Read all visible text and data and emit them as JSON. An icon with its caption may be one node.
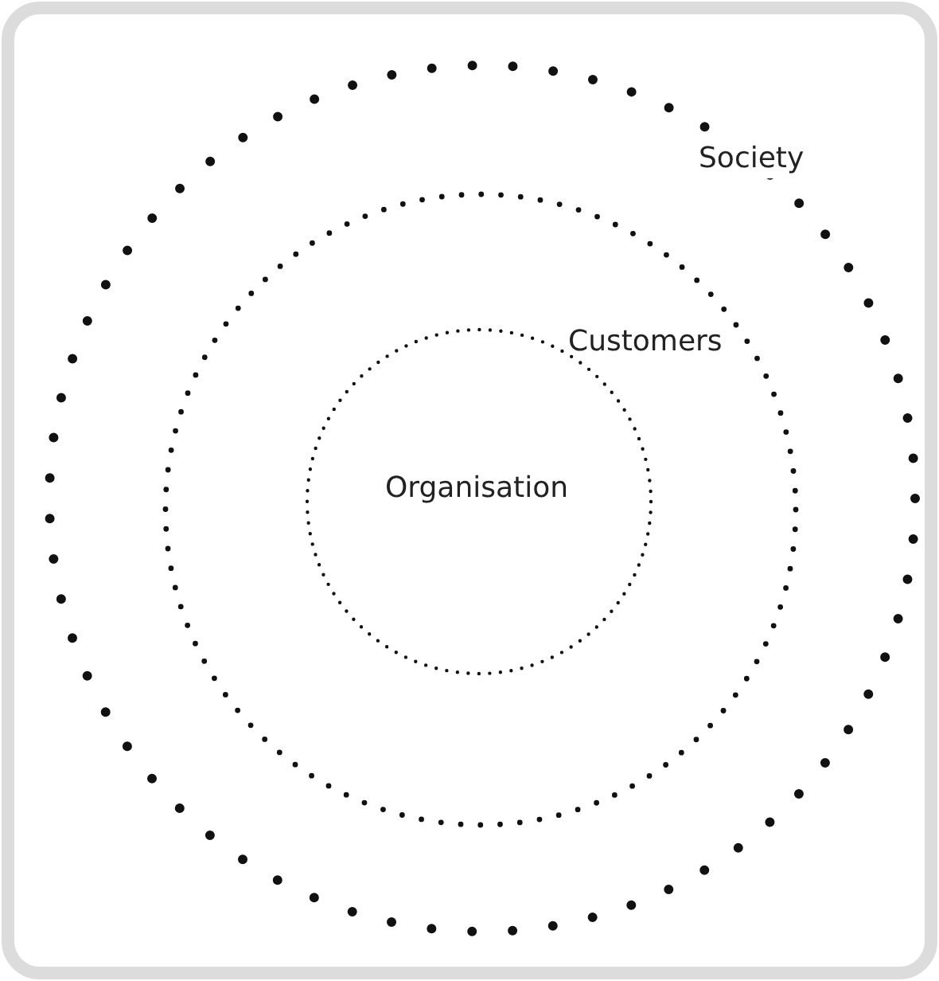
{
  "diagram": {
    "nodes": [
      {
        "text": [
          "Society"
        ]
      },
      {
        "text": [
          "Customers"
        ],
        "in": 0
      },
      {
        "text": [
          "Organisation"
        ],
        "in": 1
      }
    ]
  }
}
